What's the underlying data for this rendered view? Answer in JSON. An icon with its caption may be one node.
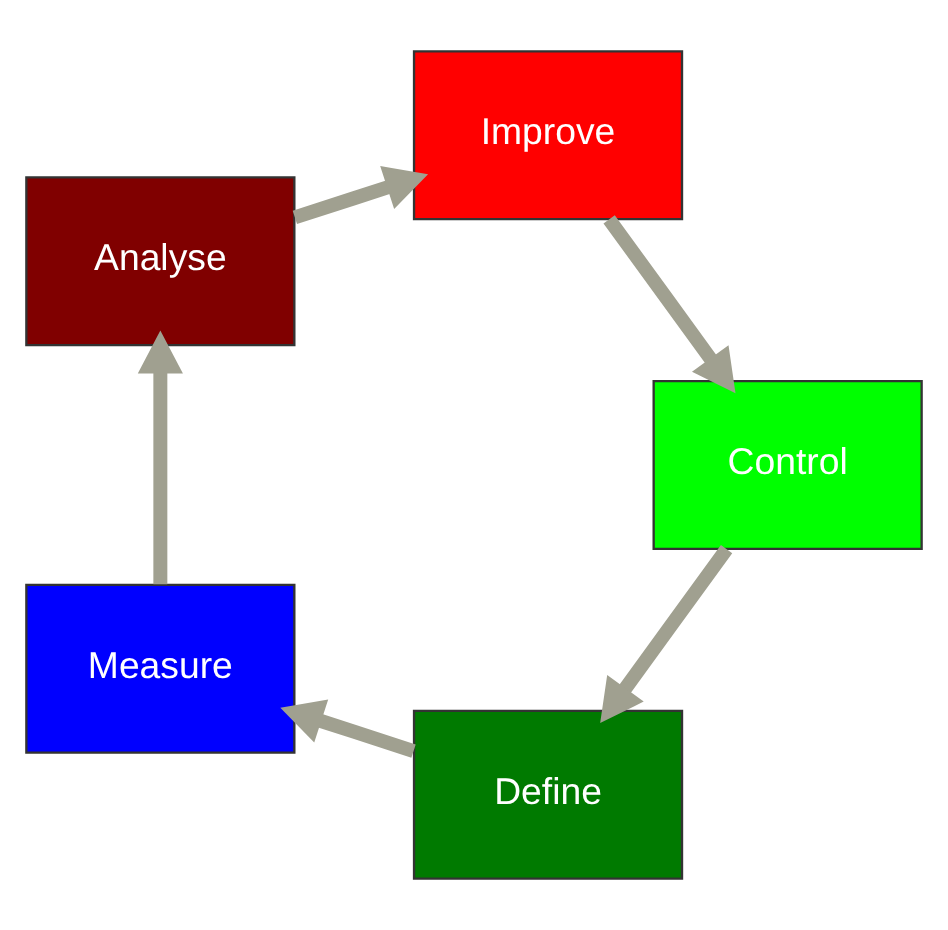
{
  "diagram": {
    "nodes": [
      {
        "text": [
          "Define"
        ]
      },
      {
        "text": [
          "Measure"
        ]
      },
      {
        "text": [
          "Analyse"
        ]
      },
      {
        "text": [
          "Improve"
        ]
      },
      {
        "text": [
          "Control"
        ]
      }
    ],
    "edges": [
      {
        "from": 0,
        "to": 1,
        "arrow": "to"
      },
      {
        "from": 1,
        "to": 2,
        "arrow": "to"
      },
      {
        "from": 2,
        "to": 3,
        "arrow": "to"
      },
      {
        "from": 3,
        "to": 4,
        "arrow": "to"
      },
      {
        "from": 4,
        "to": 0,
        "arrow": "to"
      }
    ]
  }
}
